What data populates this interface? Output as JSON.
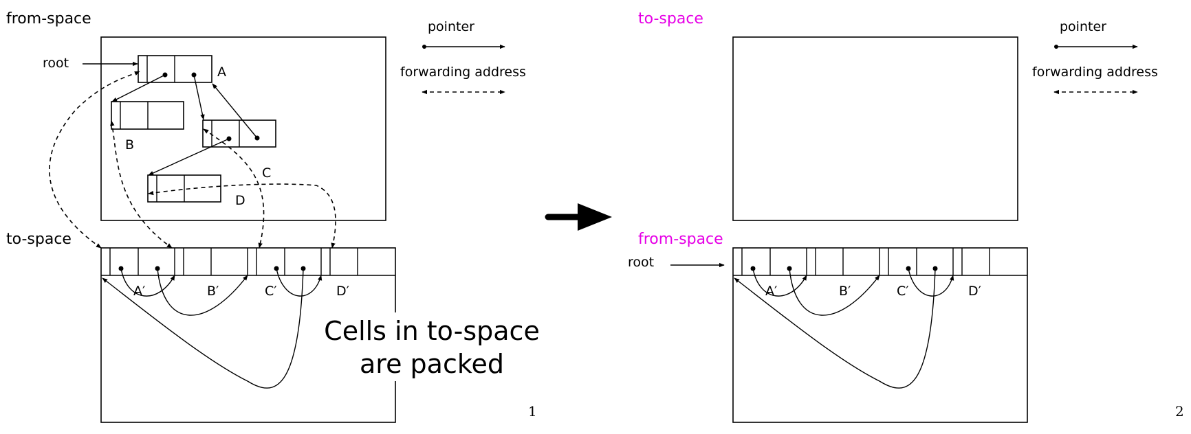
{
  "slide1": {
    "from_space_label": "from-space",
    "to_space_label": "to-space",
    "root_label": "root",
    "legend": {
      "pointer": "pointer",
      "forwarding": "forwarding address"
    },
    "cells": {
      "a": "A",
      "b": "B",
      "c": "C",
      "d": "D"
    },
    "copied_cells": {
      "a": "A′",
      "b": "B′",
      "c": "C′",
      "d": "D′"
    },
    "note_line1": "Cells in to-space",
    "note_line2": "are packed",
    "page_number": "1"
  },
  "slide2": {
    "to_space_label": "to-space",
    "from_space_label": "from-space",
    "root_label": "root",
    "legend": {
      "pointer": "pointer",
      "forwarding": "forwarding address"
    },
    "copied_cells": {
      "a": "A′",
      "b": "B′",
      "c": "C′",
      "d": "D′"
    },
    "page_number": "2"
  },
  "colors": {
    "swapped_label": "#e600e6",
    "ink": "#000000"
  }
}
